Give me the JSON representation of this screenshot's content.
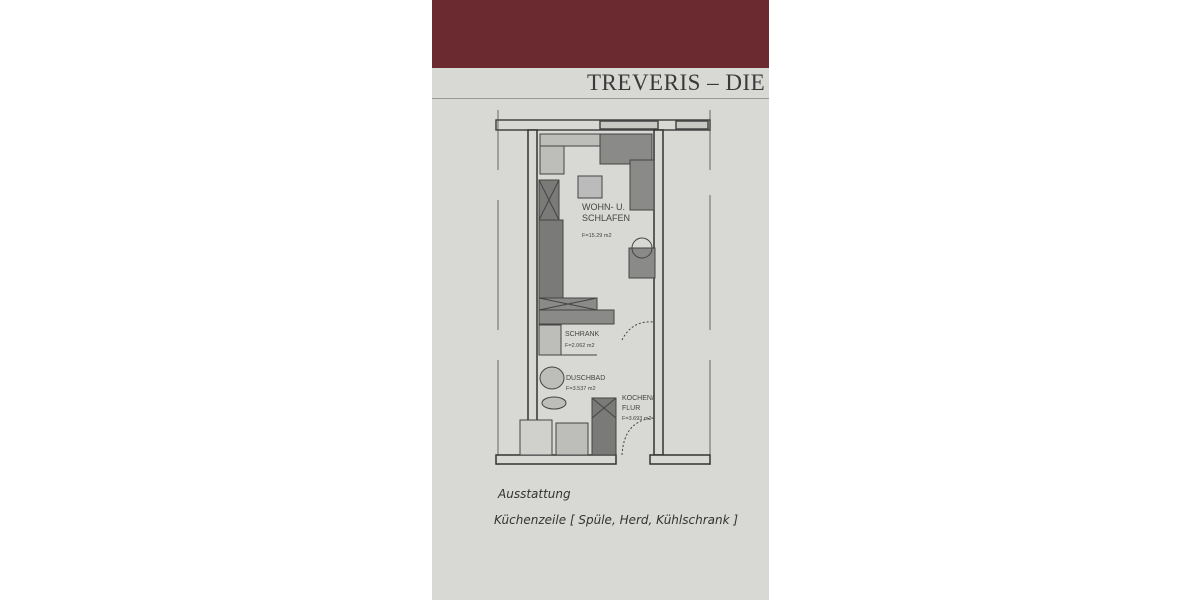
{
  "document": {
    "title": "TREVERIS – DIE STUD",
    "rooms": [
      {
        "name_line1": "WOHN- U.",
        "name_line2": "SCHLAFEN",
        "area": "F=15.29 m2"
      },
      {
        "name_line1": "SCHRANK",
        "area": "F=2.062 m2"
      },
      {
        "name_line1": "DUSCHBAD",
        "area": "F=3.537 m2"
      },
      {
        "name_line1": "KOCHEN/",
        "name_line2": "FLUR",
        "area": "F=3.693 m2"
      }
    ],
    "handwritten": {
      "heading": "Ausstattung",
      "line": "Küchenzeile [ Spüle, Herd, Kühlschrank ]"
    }
  },
  "colors": {
    "maroon_backing": "#6a2a2f",
    "paper": "#d8d8d5",
    "furniture": "#8a8a88"
  }
}
